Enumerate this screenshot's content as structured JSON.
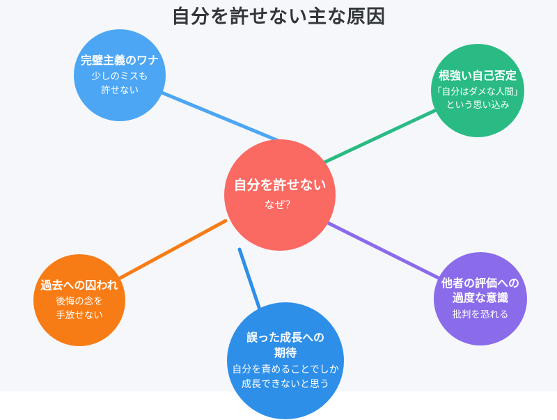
{
  "background": {
    "canvas_color": "#F6F7FA",
    "footer_strip_color": "#FFFFFF"
  },
  "diagram": {
    "title": "自分を許せない主な原因",
    "title_color": "#32363B",
    "center": {
      "title": "自分を許せない",
      "subtitle": "なぜ？",
      "color": "#FA6A63"
    },
    "nodes": [
      {
        "id": "perfectionism",
        "title": "完璧主義のワナ",
        "subtitle": "少しのミスも\n許せない",
        "color": "#4CA6F4"
      },
      {
        "id": "self-denial",
        "title": "根強い自己否定",
        "subtitle": "「自分はダメな人間」\nという思い込み",
        "color": "#2ABB85"
      },
      {
        "id": "past",
        "title": "過去への囚われ",
        "subtitle": "後悔の念を\n手放せない",
        "color": "#F87C16"
      },
      {
        "id": "growth",
        "title": "誤った成長への\n期待",
        "subtitle": "自分を責めることでしか\n成長できないと思う",
        "color": "#2E8FE8"
      },
      {
        "id": "evaluation",
        "title": "他者の評価への\n過度な意識",
        "subtitle": "批判を恐れる",
        "color": "#8A6BEA"
      }
    ]
  }
}
